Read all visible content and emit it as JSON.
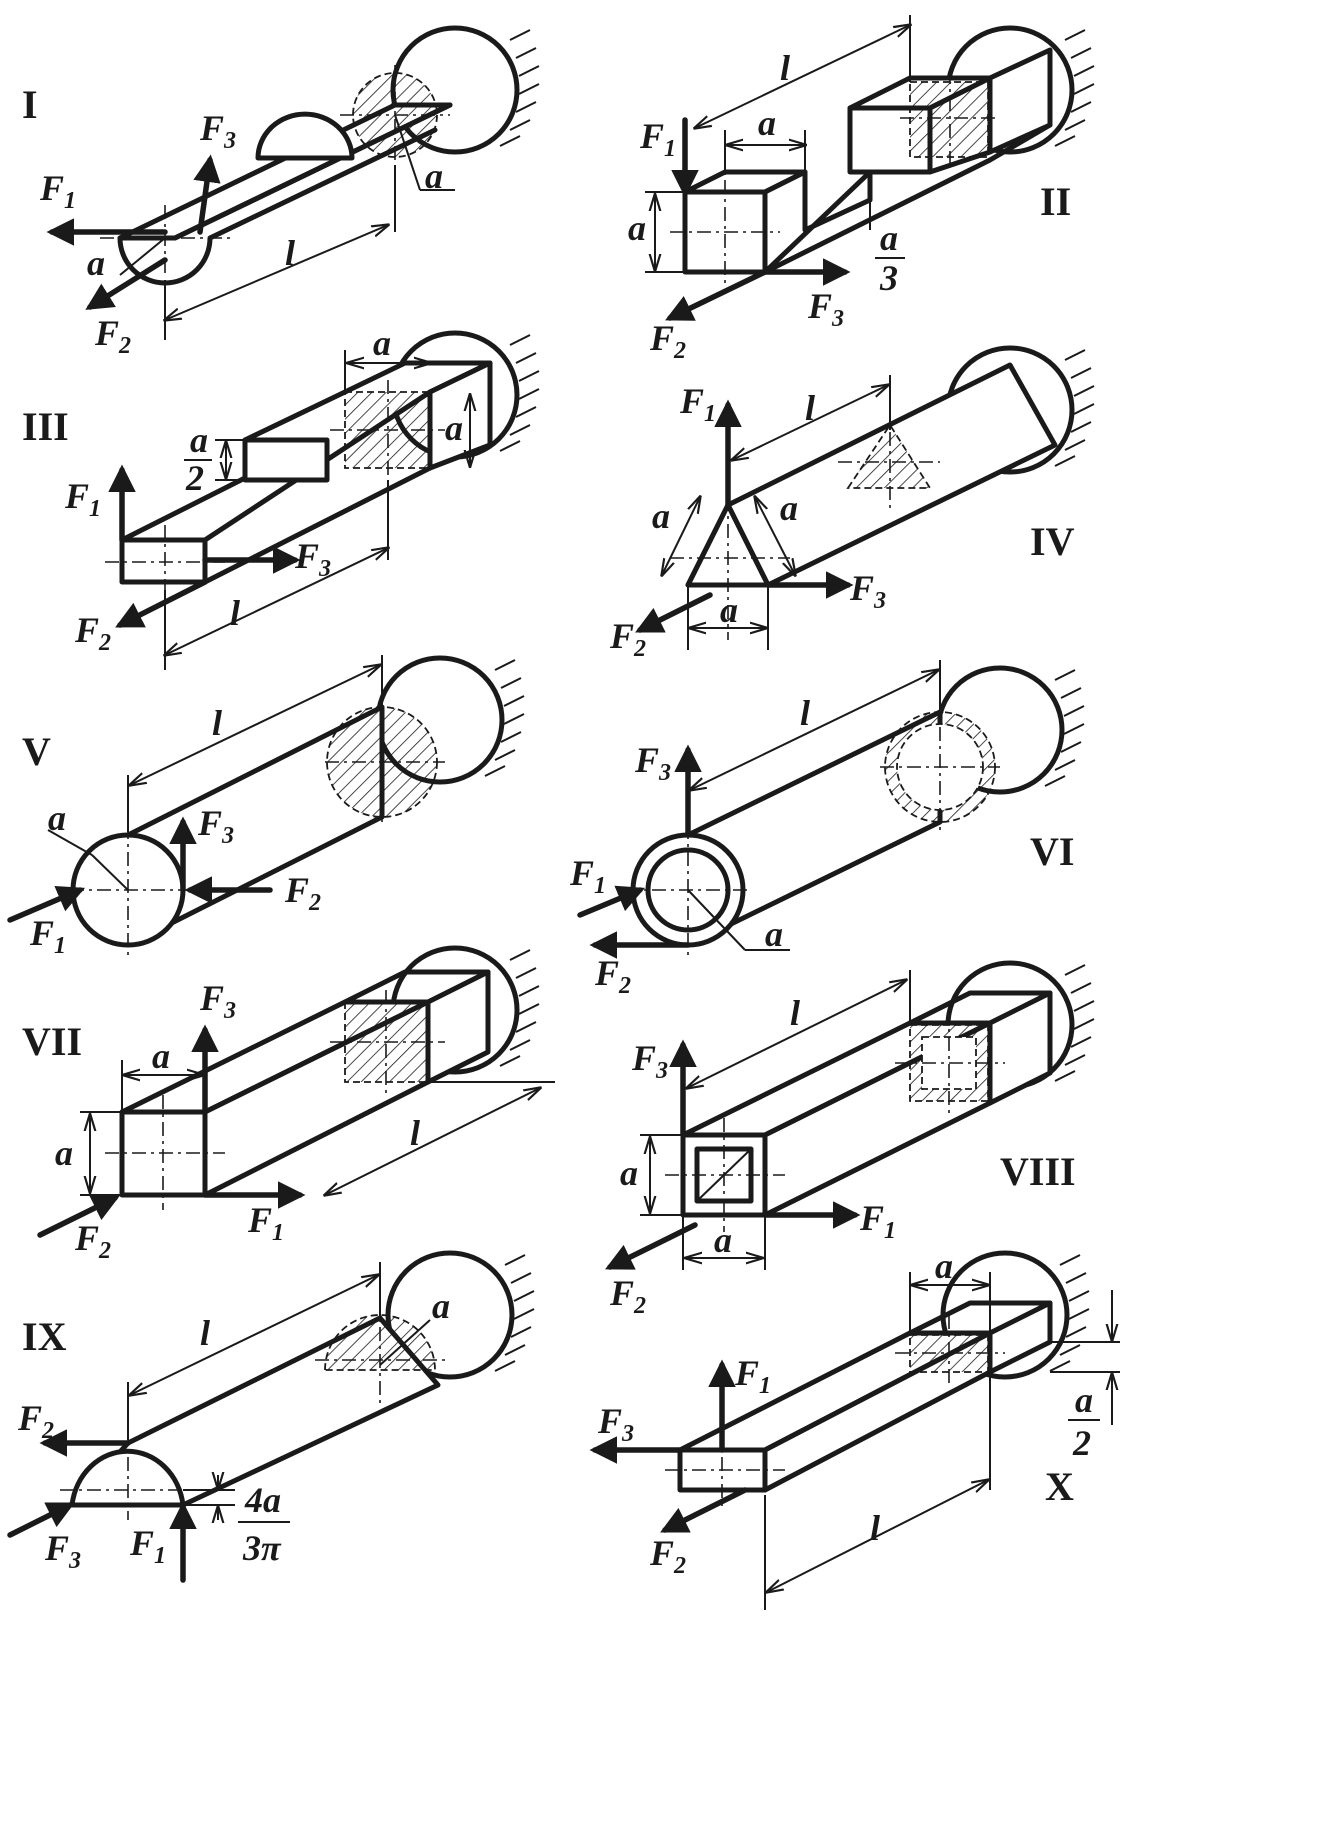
{
  "panels": [
    {
      "id": "I",
      "label": "I",
      "dims": {
        "length": "l",
        "size": "a",
        "size2": "a"
      },
      "forces": [
        "F1",
        "F2",
        "F3"
      ]
    },
    {
      "id": "II",
      "label": "II",
      "dims": {
        "length": "l",
        "size": "a",
        "size2": "a",
        "notch_num": "a",
        "notch_den": "3"
      },
      "forces": [
        "F1",
        "F2",
        "F3"
      ]
    },
    {
      "id": "III",
      "label": "III",
      "dims": {
        "length": "l",
        "size": "a",
        "half_num": "a",
        "half_den": "2"
      },
      "forces": [
        "F1",
        "F2",
        "F3"
      ]
    },
    {
      "id": "IV",
      "label": "IV",
      "dims": {
        "length": "l",
        "side1": "a",
        "side2": "a",
        "base": "a"
      },
      "forces": [
        "F1",
        "F2",
        "F3"
      ]
    },
    {
      "id": "V",
      "label": "V",
      "dims": {
        "length": "l",
        "size": "a"
      },
      "forces": [
        "F1",
        "F2",
        "F3"
      ]
    },
    {
      "id": "VI",
      "label": "VI",
      "dims": {
        "length": "l",
        "size": "a"
      },
      "forces": [
        "F1",
        "F2",
        "F3"
      ]
    },
    {
      "id": "VII",
      "label": "VII",
      "dims": {
        "length": "l",
        "width": "a",
        "height": "a"
      },
      "forces": [
        "F1",
        "F2",
        "F3"
      ]
    },
    {
      "id": "VIII",
      "label": "VIII",
      "dims": {
        "length": "l",
        "height": "a",
        "width": "a"
      },
      "forces": [
        "F1",
        "F2",
        "F3"
      ]
    },
    {
      "id": "IX",
      "label": "IX",
      "dims": {
        "length": "l",
        "size": "a",
        "offset_num": "4a",
        "offset_den": "3π"
      },
      "forces": [
        "F1",
        "F2",
        "F3"
      ]
    },
    {
      "id": "X",
      "label": "X",
      "dims": {
        "length": "l",
        "width": "a",
        "half_num": "a",
        "half_den": "2"
      },
      "forces": [
        "F1",
        "F2",
        "F3"
      ]
    }
  ],
  "symbols": {
    "F": "F",
    "one": "1",
    "two": "2",
    "three": "3"
  }
}
